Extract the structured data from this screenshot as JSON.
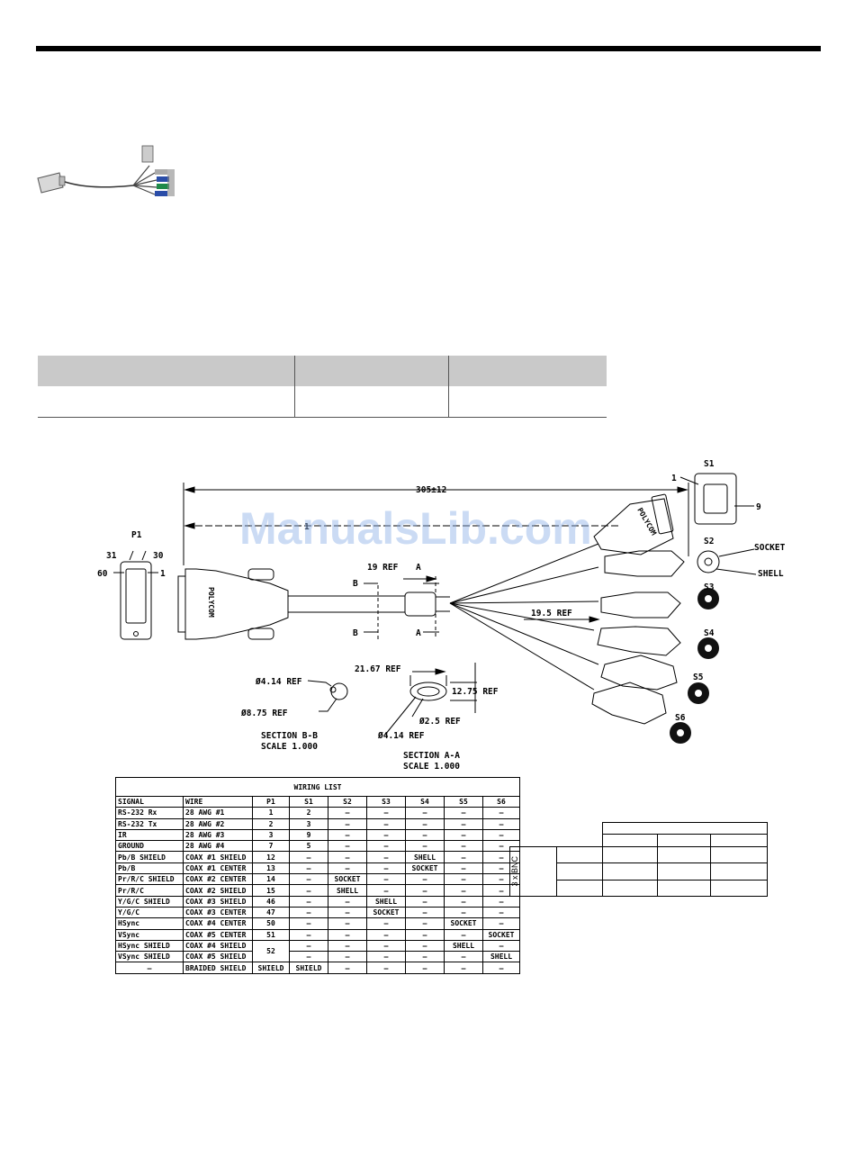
{
  "watermark": "ManualsLib.com",
  "drawing": {
    "label_p1": "P1",
    "label_31": "31",
    "label_30": "30",
    "label_60": "60",
    "label_1": "1",
    "overall_length": "305±12",
    "s1_label": "S1",
    "s1_pin1": "1",
    "s1_pin9": "9",
    "s2_label": "S2",
    "s3_label": "S3",
    "s4_label": "S4",
    "s5_label": "S5",
    "s6_label": "S6",
    "socket": "SOCKET",
    "shell": "SHELL",
    "dim_19": "19 REF",
    "dim_195": "19.5 REF",
    "dim_2167": "21.67 REF",
    "dim_1275": "12.75 REF",
    "dim_25": "Ø2.5 REF",
    "dim_414a": "Ø4.14 REF",
    "dim_414b": "Ø4.14 REF",
    "dim_875": "Ø8.75 REF",
    "sec_a_top": "A",
    "sec_a_bot": "A",
    "sec_b_top": "B",
    "sec_b_bot": "B",
    "section_bb": "SECTION  B-B",
    "scale_bb": "SCALE  1.000",
    "section_aa": "SECTION  A-A",
    "scale_aa": "SCALE  1.000",
    "brand": "POLYCOM",
    "dash": "1"
  },
  "wiring": {
    "title": "WIRING LIST",
    "headers": [
      "SIGNAL",
      "WIRE",
      "P1",
      "S1",
      "S2",
      "S3",
      "S4",
      "S5",
      "S6"
    ],
    "dash": "—",
    "rows": [
      [
        "RS-232 Rx",
        "28 AWG #1",
        "1",
        "2",
        "—",
        "—",
        "—",
        "—",
        "—"
      ],
      [
        "RS-232 Tx",
        "28 AWG #2",
        "2",
        "3",
        "—",
        "—",
        "—",
        "—",
        "—"
      ],
      [
        "IR",
        "28 AWG #3",
        "3",
        "9",
        "—",
        "—",
        "—",
        "—",
        "—"
      ],
      [
        "GROUND",
        "28 AWG #4",
        "7",
        "5",
        "—",
        "—",
        "—",
        "—",
        "—"
      ],
      [
        "Pb/B SHIELD",
        "COAX #1 SHIELD",
        "12",
        "—",
        "—",
        "—",
        "SHELL",
        "—",
        "—"
      ],
      [
        "Pb/B",
        "COAX #1 CENTER",
        "13",
        "—",
        "—",
        "—",
        "SOCKET",
        "—",
        "—"
      ],
      [
        "Pr/R/C SHIELD",
        "COAX #2 CENTER",
        "14",
        "—",
        "SOCKET",
        "—",
        "—",
        "—",
        "—"
      ],
      [
        "Pr/R/C",
        "COAX #2 SHIELD",
        "15",
        "—",
        "SHELL",
        "—",
        "—",
        "—",
        "—"
      ],
      [
        "Y/G/C SHIELD",
        "COAX #3 SHIELD",
        "46",
        "—",
        "—",
        "SHELL",
        "—",
        "—",
        "—"
      ],
      [
        "Y/G/C",
        "COAX #3 CENTER",
        "47",
        "—",
        "—",
        "SOCKET",
        "—",
        "—",
        "—"
      ],
      [
        "HSync",
        "COAX #4 CENTER",
        "50",
        "—",
        "—",
        "—",
        "—",
        "SOCKET",
        "—"
      ],
      [
        "VSync",
        "COAX #5 CENTER",
        "51",
        "—",
        "—",
        "—",
        "—",
        "—",
        "SOCKET"
      ],
      [
        "HSync SHIELD",
        "COAX #4 SHIELD",
        "52",
        "—",
        "—",
        "—",
        "—",
        "SHELL",
        "—"
      ],
      [
        "VSync SHIELD",
        "COAX #5 SHIELD",
        "",
        "—",
        "—",
        "—",
        "—",
        "—",
        "SHELL"
      ],
      [
        "—",
        "BRAIDED SHIELD",
        "SHIELD",
        "SHIELD",
        "—",
        "—",
        "—",
        "—",
        "—"
      ]
    ]
  },
  "bnc_table": {
    "label": "3 x BNC"
  }
}
